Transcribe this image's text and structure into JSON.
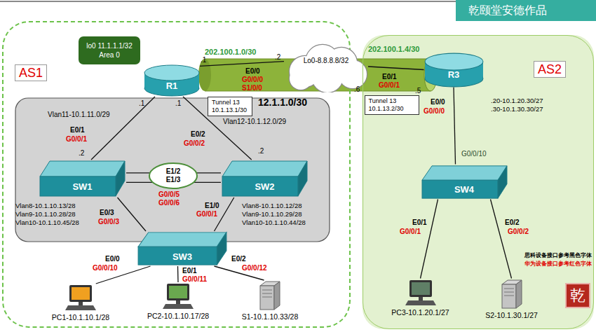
{
  "diagram": {
    "title": "乾颐堂安德作品",
    "nodes": [
      {
        "text": [
          "AS1"
        ]
      },
      {
        "text": [
          "lo0 11.1.1.1/32",
          "Area 0"
        ],
        "in": 0
      },
      {
        "text": [
          "R1"
        ],
        "in": 0
      },
      {
        "text": [
          "Tunnel 13",
          "10.1.13.1/30"
        ],
        "in": 0
      },
      {
        "text": [
          "SW1"
        ],
        "in": 0
      },
      {
        "text": [
          "E1/2",
          "E1/3"
        ],
        "in": 0
      },
      {
        "text": [
          "SW2"
        ],
        "in": 0
      },
      {
        "text": [
          "SW3"
        ],
        "in": 0
      },
      {
        "text": [
          "PC1-10.1.10.1/28"
        ],
        "in": 0
      },
      {
        "text": [
          "PC2-10.1.10.17/28"
        ],
        "in": 0
      },
      {
        "text": [
          "S1-10.1.10.33/28"
        ],
        "in": 0
      },
      {
        "text": [
          "Lo0-8.8.8.8/32"
        ]
      },
      {
        "text": [
          "AS2"
        ]
      },
      {
        "text": [
          "R3"
        ],
        "in": 12
      },
      {
        "text": [
          "Tunnel 13",
          "10.1.13.2/30"
        ],
        "in": 12
      },
      {
        "text": [
          "SW4"
        ],
        "in": 12
      },
      {
        "text": [
          "PC3-10.1.20.1/27"
        ],
        "in": 12
      },
      {
        "text": [
          "S2-10.1.30.1/27"
        ],
        "in": 12
      }
    ],
    "edges": [
      {
        "from": 2,
        "to": 4,
        "arrow": "none"
      },
      {
        "from": 2,
        "to": 6,
        "arrow": "none"
      },
      {
        "from": 4,
        "to": 6,
        "arrow": "none"
      },
      {
        "from": 4,
        "to": 6,
        "arrow": "none"
      },
      {
        "from": 4,
        "to": 7,
        "arrow": "none"
      },
      {
        "from": 6,
        "to": 7,
        "arrow": "none"
      },
      {
        "from": 7,
        "to": 8,
        "arrow": "none"
      },
      {
        "from": 7,
        "to": 9,
        "arrow": "none"
      },
      {
        "from": 7,
        "to": 10,
        "arrow": "none"
      },
      {
        "from": 2,
        "to": 11,
        "arrow": "none"
      },
      {
        "from": 11,
        "to": 13,
        "arrow": "none"
      },
      {
        "from": 13,
        "to": 15,
        "arrow": "none"
      },
      {
        "from": 15,
        "to": 16,
        "arrow": "none"
      },
      {
        "from": 15,
        "to": 17,
        "arrow": "none"
      }
    ],
    "labels": [
      "202.100.1.0/30",
      ".1",
      ".2",
      "E0/0",
      "G0/0/0",
      "S1/0/0",
      "12.1.1.0/30",
      ".6",
      "202.100.1.4/30",
      "E0/1",
      "G0/0/1",
      ".5",
      "E0/0",
      "G0/0/0",
      ".20-10.1.20.30/27",
      ".30-10.1.30.30/27",
      "G0/0/10",
      "E0/1",
      "G0/0/1",
      "E0/2",
      "G0/0/2",
      ".1",
      "Vlan11-10.1.11.0/29",
      ".1",
      "Vlan12-10.1.12.0/29",
      "E0/1",
      "G0/0/1",
      ".2",
      "E0/2",
      "G0/0/2",
      ".2",
      "G0/0/5",
      "G0/0/6",
      "Vlan8-10.1.10.13/28",
      "Vlan9-10.1.10.28/28",
      "Vlan10-10.1.10.45/28",
      "E0/3",
      "G0/0/3",
      "E1/0",
      "G0/0/1",
      "Vlan8-10.1.10.12/28",
      "Vlan9-10.1.10.29/28",
      "Vlan10-10.1.10.44/28",
      "E0/0",
      "G0/0/10",
      "E0/1",
      "G0/0/11",
      "E0/2",
      "G0/0/12",
      "思科设备接口参考黑色字体",
      "华为设备接口参考红色字体",
      "乾"
    ]
  }
}
